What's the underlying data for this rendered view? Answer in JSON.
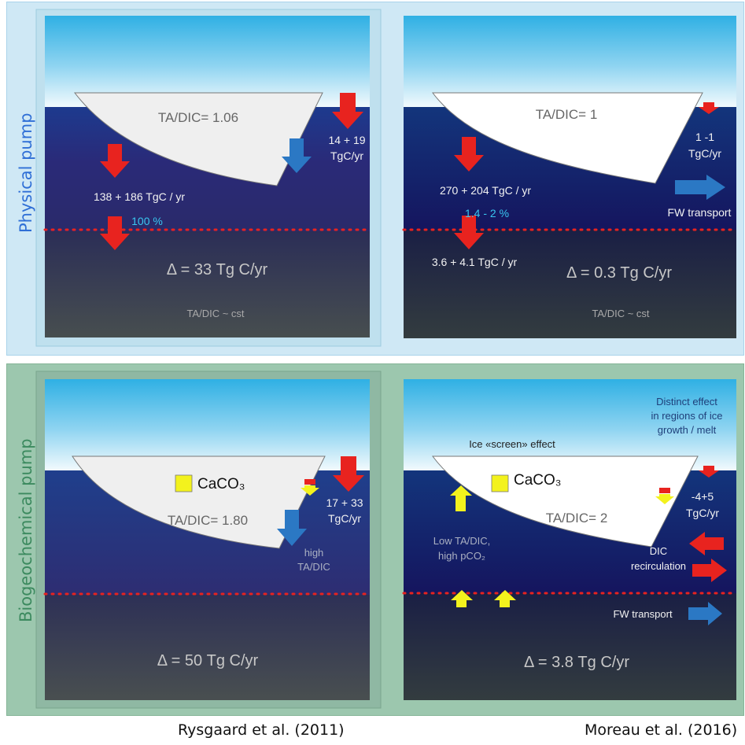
{
  "rows": {
    "physical": {
      "label": "Physical pump",
      "label_color": "#2f6fd6"
    },
    "biogeochemical": {
      "label": "Biogeochemical pump",
      "label_color": "#3c8a5f"
    }
  },
  "panels": {
    "p1": {
      "ratio": "TA/DIC= 1.06",
      "flux_ice": "138 + 186 TgC / yr",
      "flux_edge_1": "14 + 19",
      "flux_edge_2": "TgC/yr",
      "percent": "100 %",
      "delta": "Δ = 33 Tg C/yr",
      "deep": "TA/DIC ~ cst"
    },
    "p2": {
      "ratio": "TA/DIC= 1",
      "flux_edge_1": "1 -1",
      "flux_edge_2": "TgC/yr",
      "flux_ice": "270 + 204 TgC / yr",
      "fw": "FW transport",
      "percent": "1.4 - 2 %",
      "flux_deep": "3.6 + 4.1 TgC / yr",
      "delta": "Δ = 0.3 Tg C/yr",
      "deep": "TA/DIC ~ cst"
    },
    "p3": {
      "caco3": "CaCO₃",
      "ratio": "TA/DIC= 1.80",
      "flux_edge_1": "17 + 33",
      "flux_edge_2": "TgC/yr",
      "high_1": "high",
      "high_2": "TA/DIC",
      "delta": "Δ = 50 Tg C/yr"
    },
    "p4": {
      "distinct_1": "Distinct effect",
      "distinct_2": "in regions of ice",
      "distinct_3": "growth / melt",
      "screen": "Ice «screen» effect",
      "caco3": "CaCO₃",
      "ratio": "TA/DIC= 2",
      "flux_edge_1": "-4+5",
      "flux_edge_2": "TgC/yr",
      "low_1": "Low TA/DIC,",
      "low_2": "high pCO₂",
      "dic_1": "DIC",
      "dic_2": "recirculation",
      "fw": "FW transport",
      "delta": "Δ = 3.8 Tg C/yr"
    }
  },
  "citations": {
    "left": "Rysgaard et al. (2011)",
    "right": "Moreau et al. (2016)"
  },
  "colors": {
    "flux_arrow": "#e8231f",
    "fw_arrow": "#2b78c4",
    "caco3": "#f3f21d",
    "threshold_dots": "#e8231f",
    "percent_text": "#39c6ef"
  }
}
